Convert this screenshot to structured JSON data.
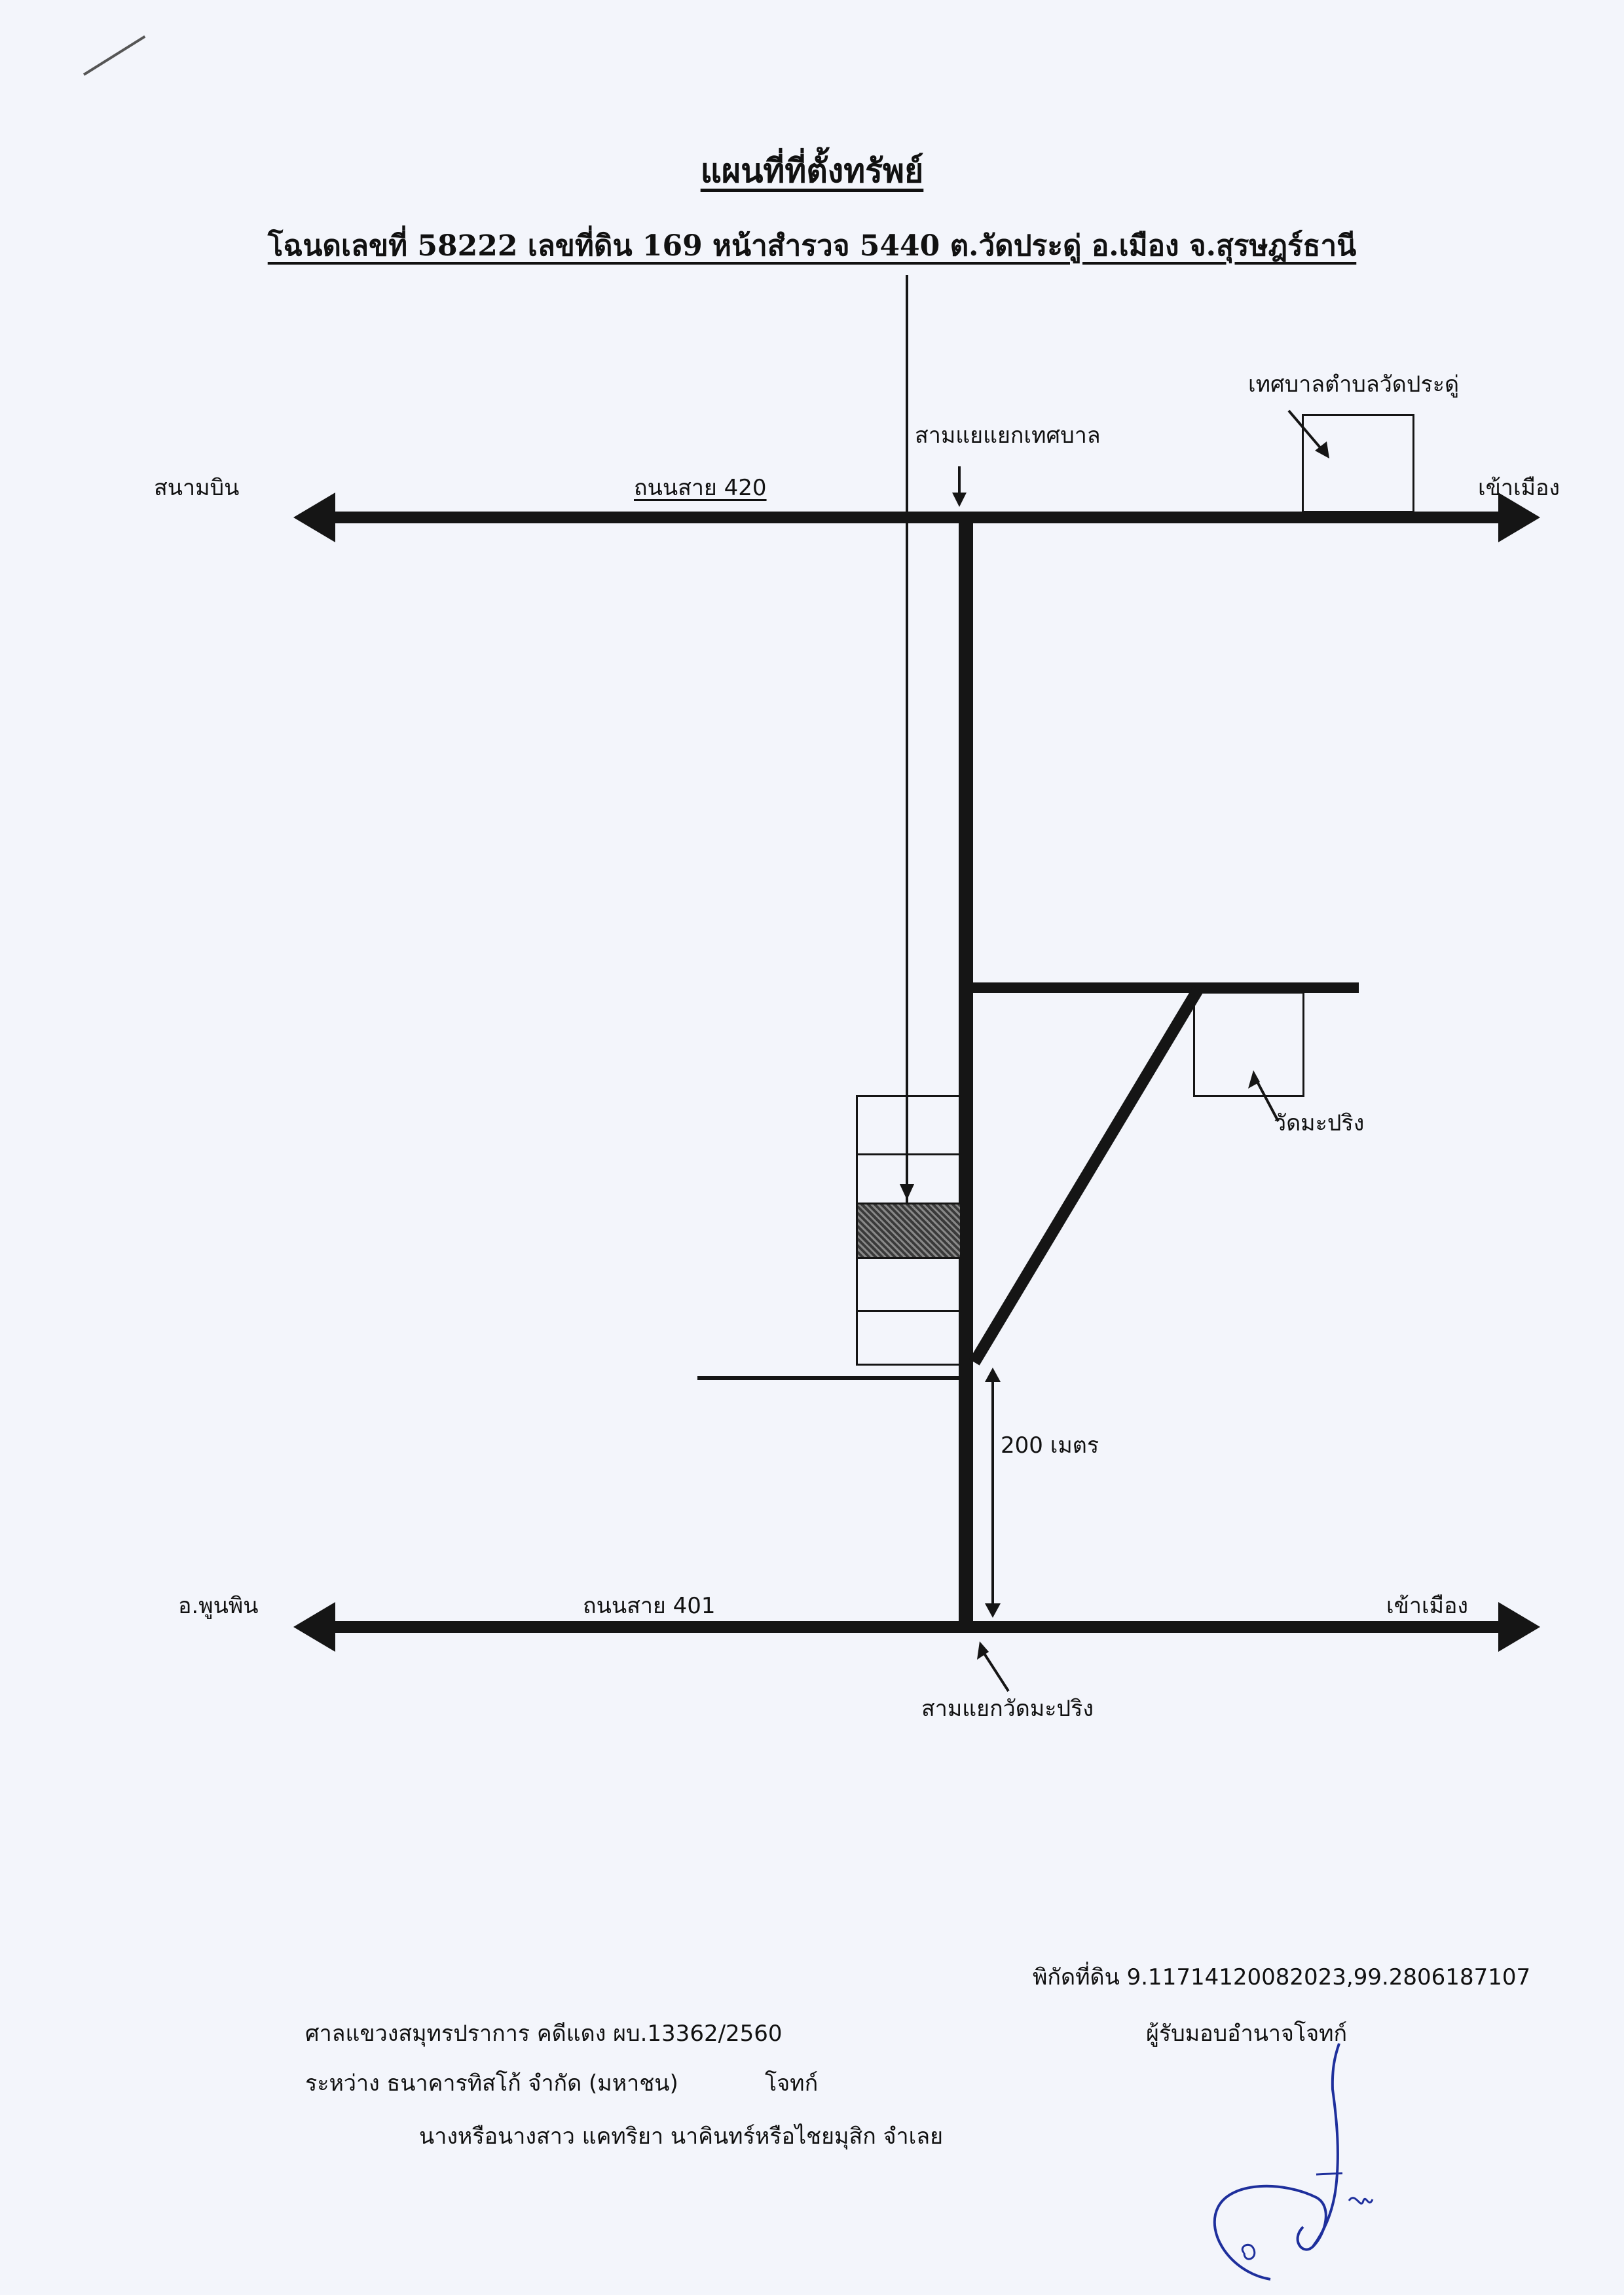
{
  "document": {
    "title": "แผนที่ที่ตั้งทรัพย์",
    "subtitle": "โฉนดเลขที่ 58222 เลขที่ดิน 169 หน้าสำรวจ 5440 ต.วัดประดู่ อ.เมือง จ.สุรษฎร์ธานี"
  },
  "map": {
    "top_road": {
      "name": "ถนนสาย 420",
      "left_destination": "สนามบิน",
      "right_destination": "เข้าเมือง"
    },
    "bottom_road": {
      "name": "ถนนสาย 401",
      "left_destination": "อ.พูนพิน",
      "right_destination": "เข้าเมือง"
    },
    "landmarks": {
      "top_junction": "สามแยแยกเทศบาล",
      "municipality": "เทศบาลตำบลวัดประดู่",
      "temple": "วัดมะปริง",
      "bottom_junction": "สามแยกวัดมะปริง"
    },
    "distance_label": "200 เมตร"
  },
  "footer": {
    "coordinates": "พิกัดที่ดิน 9.11714120082023,99.2806187107",
    "court": "ศาลแขวงสมุทรปราการ คดีแดง ผบ.13362/2560",
    "between": "ระหว่าง ธนาคารทิสโก้ จำกัด (มหาชน)",
    "plaintiff_label": "โจทก์",
    "defendant": "นางหรือนางสาว แคทริยา นาคินทร์หรือไชยมุสิก จำเลย",
    "authorized": "ผู้รับมอบอำนาจโจทก์"
  }
}
